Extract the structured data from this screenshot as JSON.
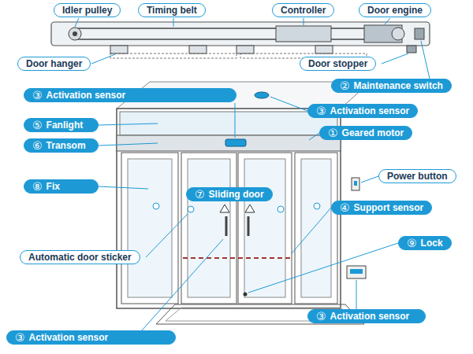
{
  "diagram": {
    "nodes": [
      {
        "text": [
          "Idler pulley"
        ]
      },
      {
        "text": [
          "Timing belt"
        ]
      },
      {
        "text": [
          "Controller"
        ]
      },
      {
        "text": [
          "Door engine"
        ]
      },
      {
        "text": [
          "Door hanger"
        ]
      },
      {
        "text": [
          "Door stopper"
        ]
      },
      {
        "text": [
          "③",
          "Activation sensor"
        ]
      },
      {
        "text": [
          "②",
          "Maintenance switch"
        ]
      },
      {
        "text": [
          "③",
          "Activation sensor"
        ]
      },
      {
        "text": [
          "⑤",
          "Fanlight"
        ]
      },
      {
        "text": [
          "①",
          "Geared motor"
        ]
      },
      {
        "text": [
          "⑥",
          "Transom"
        ]
      },
      {
        "text": [
          "Power button"
        ]
      },
      {
        "text": [
          "⑧",
          "Fix"
        ]
      },
      {
        "text": [
          "⑦",
          "Sliding door"
        ]
      },
      {
        "text": [
          "④",
          "Support sensor"
        ]
      },
      {
        "text": [
          "⑨",
          "Lock"
        ]
      },
      {
        "text": [
          "Automatic door sticker"
        ]
      },
      {
        "text": [
          "③",
          "Activation sensor"
        ]
      },
      {
        "text": [
          "③",
          "Activation sensor"
        ]
      }
    ]
  }
}
